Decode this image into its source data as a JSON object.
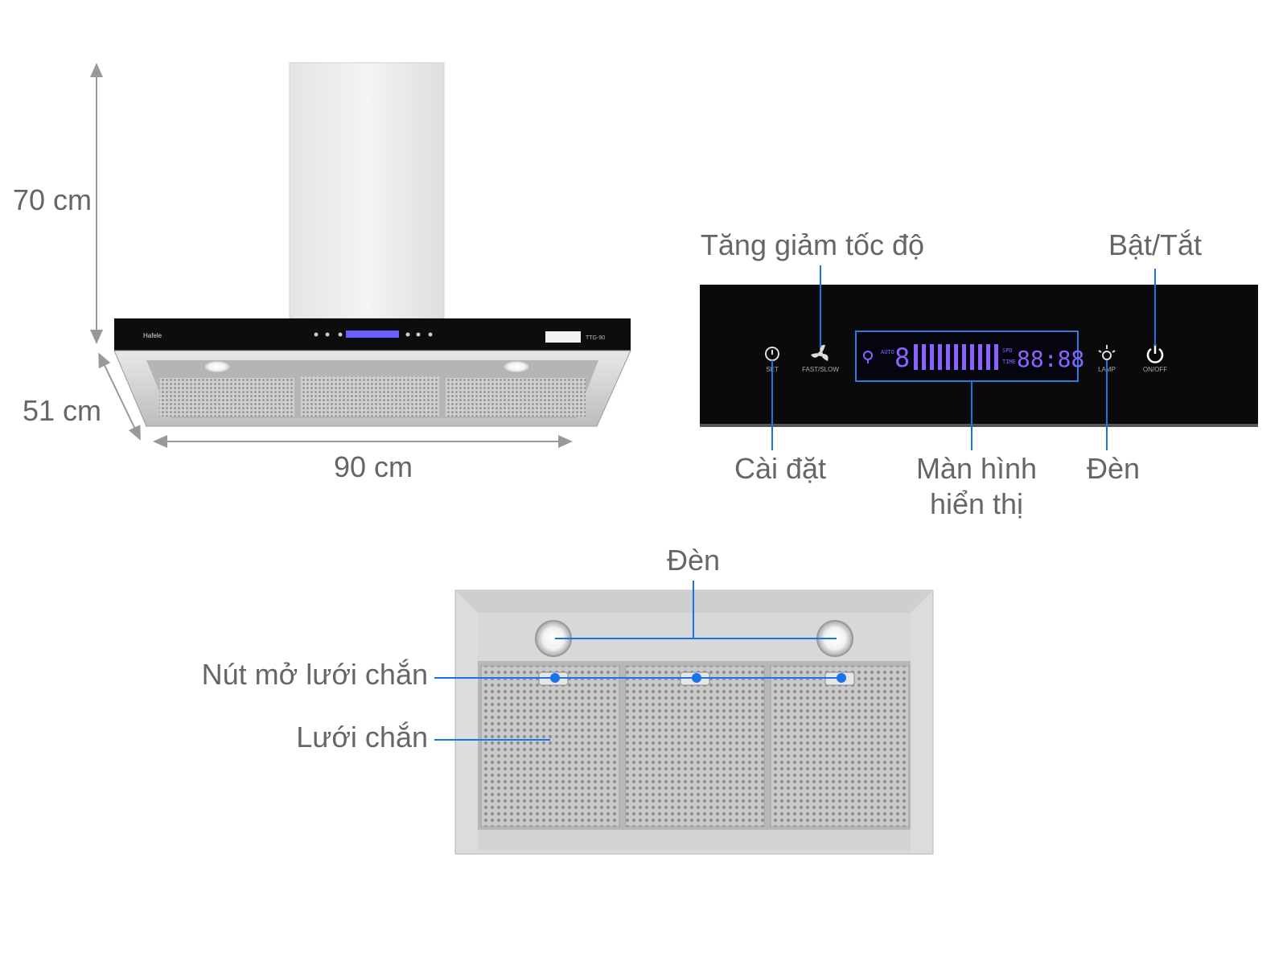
{
  "dimensions": {
    "height": "70 cm",
    "depth": "51 cm",
    "width": "90 cm"
  },
  "hood_front": {
    "brand_mark": "Hafele",
    "model_tag": "TTG-90"
  },
  "control_panel": {
    "callouts": {
      "speed": "Tăng giảm tốc độ",
      "power": "Bật/Tắt",
      "settings": "Cài đặt",
      "display_line1": "Màn hình",
      "display_line2": "hiển thị",
      "light": "Đèn"
    },
    "button_captions": {
      "set": "SET",
      "fan": "FAST/SLOW",
      "lamp": "LAMP",
      "power": "ON/OFF"
    },
    "display": {
      "auto_tag": "AUTO",
      "speed_digit": "8",
      "mode_tag_1": "SPD",
      "mode_tag_2": "TIME",
      "clock": "88:88"
    }
  },
  "underside": {
    "callouts": {
      "lights": "Đèn",
      "filter_latch": "Nút mở lưới chắn",
      "filter": "Lưới chắn"
    }
  },
  "colors": {
    "callout_line": "#1a73e8",
    "dimension_arrow": "#999999",
    "label_text": "#666666",
    "display_glow": "#8a63ff",
    "panel_black": "#0a0a0a"
  }
}
